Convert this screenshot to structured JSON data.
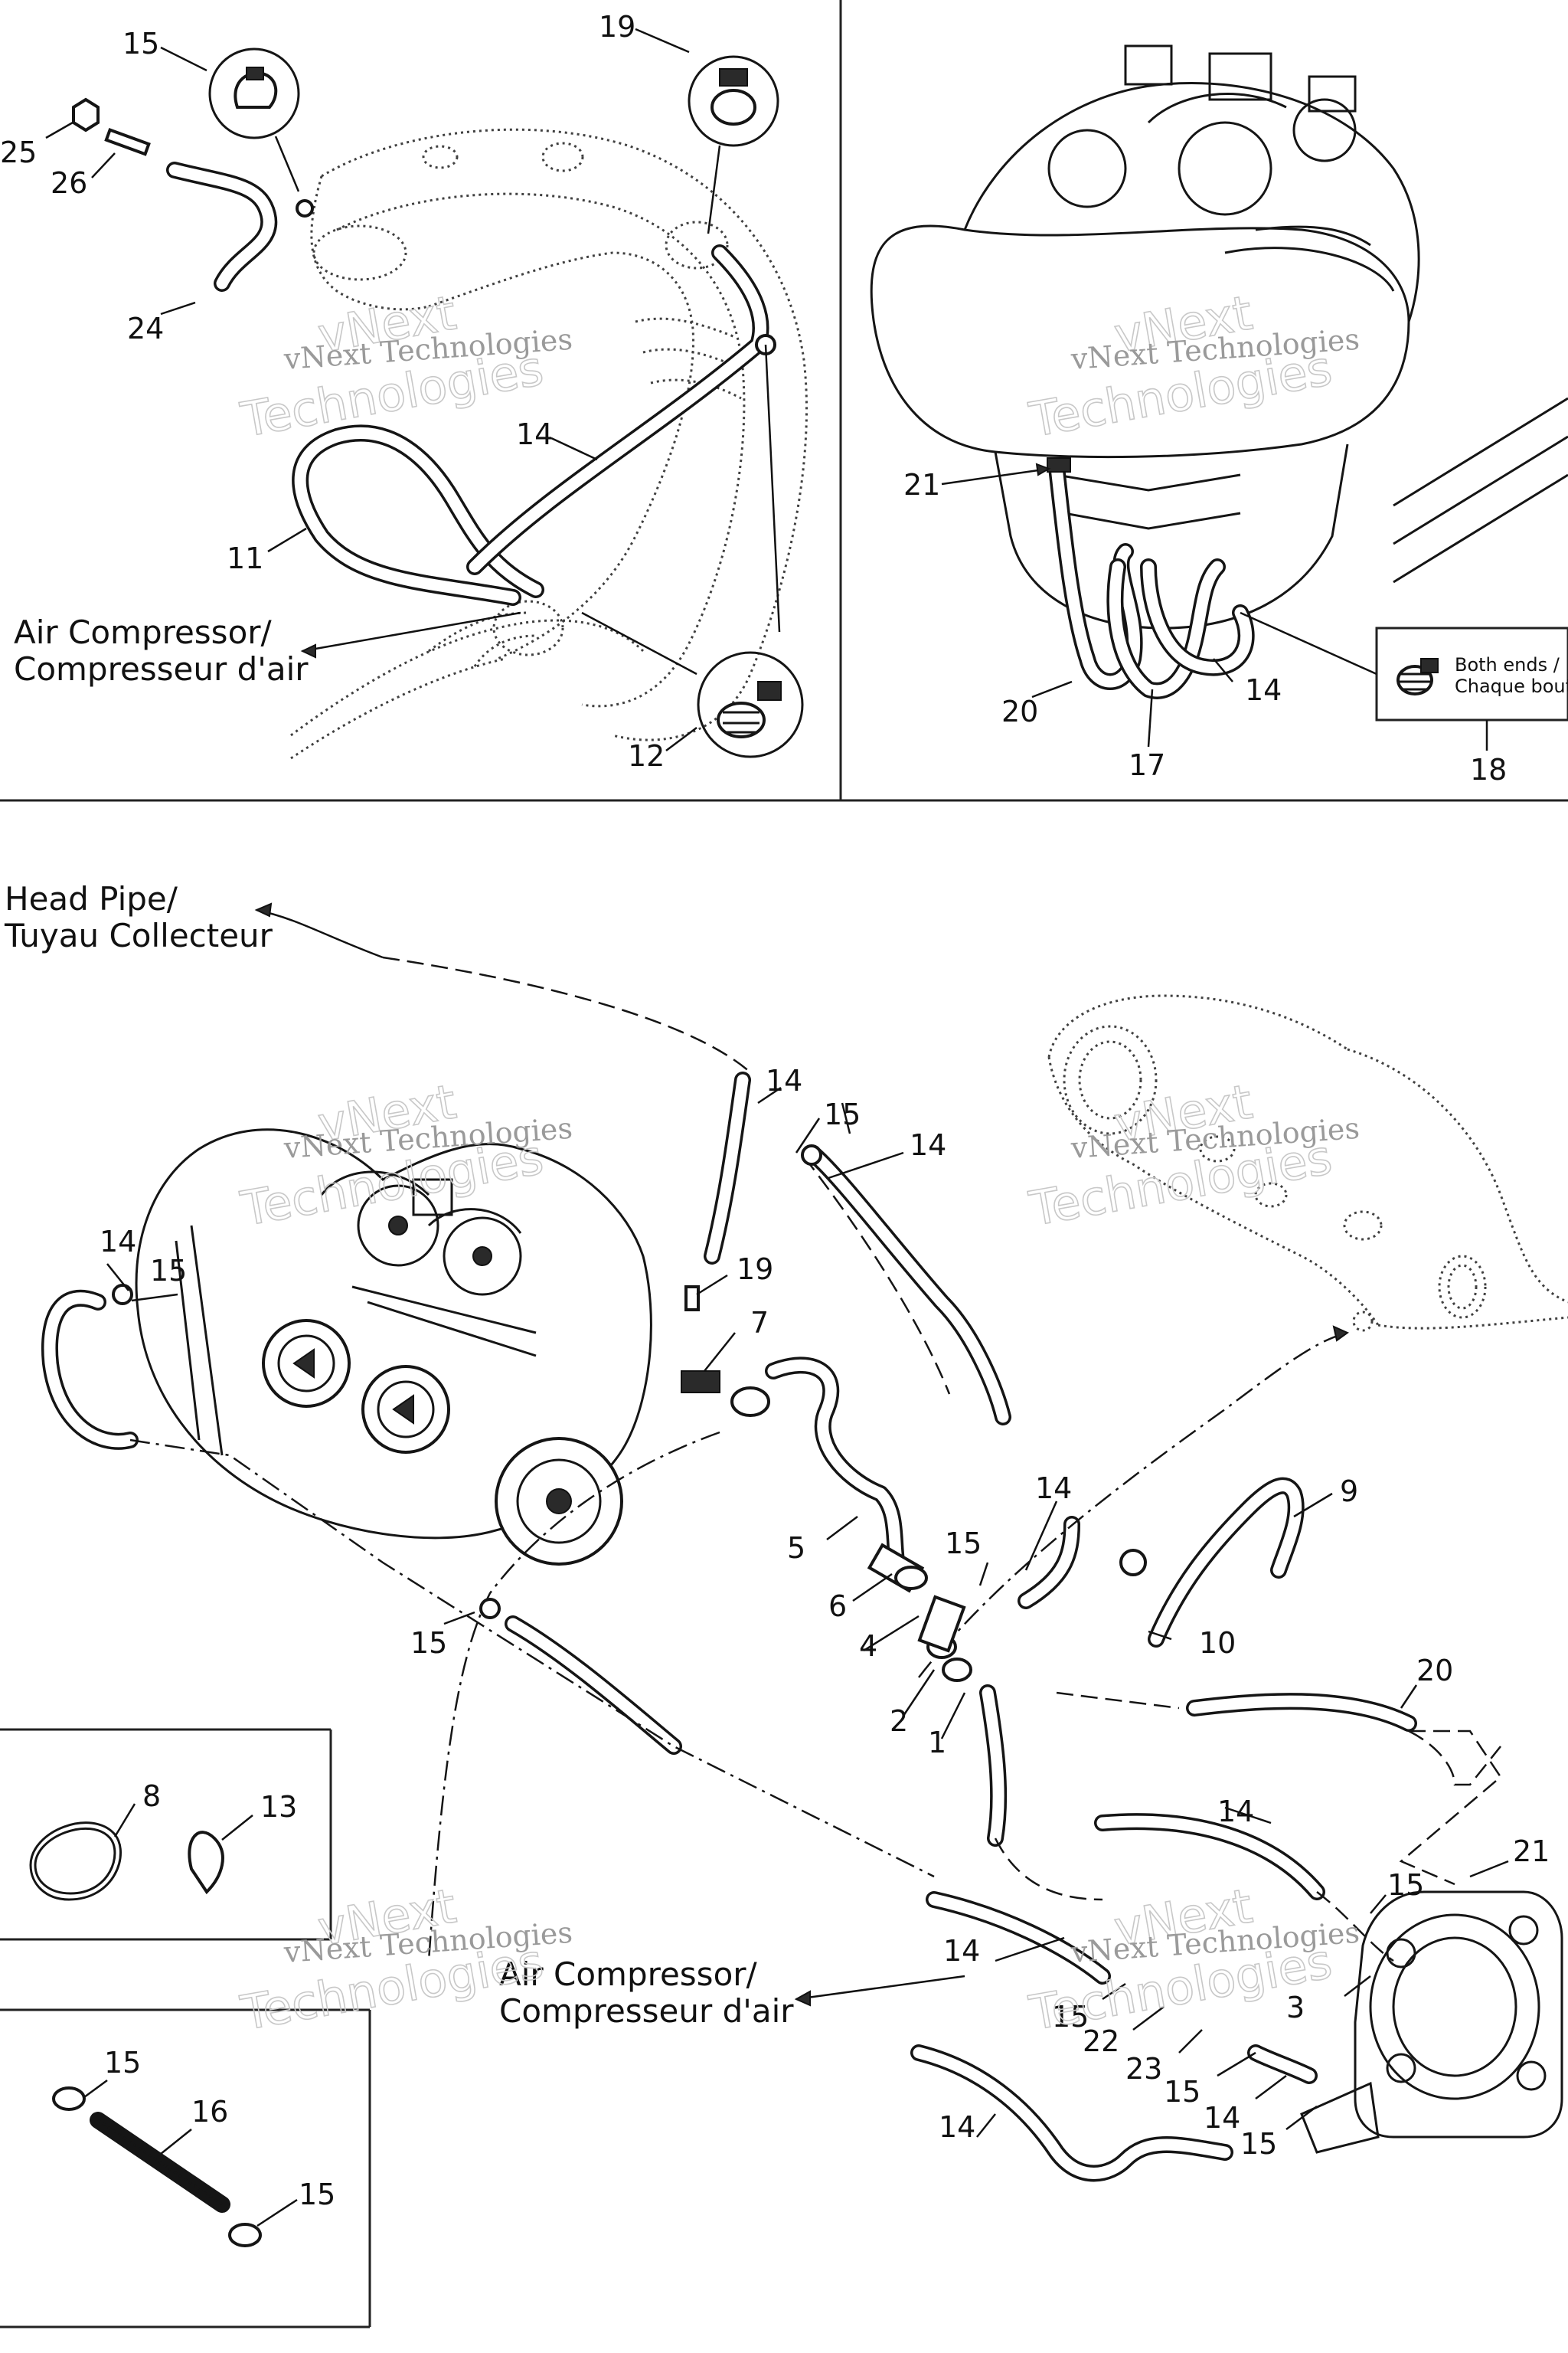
{
  "watermark": {
    "line1": "vNext Technologies",
    "line2": "vNext",
    "line3": "Technologies"
  },
  "notes": {
    "air_compressor_top_l1": "Air Compressor/",
    "air_compressor_top_l2": "Compresseur d'air",
    "head_pipe_l1": "Head Pipe/",
    "head_pipe_l2": "Tuyau Collecteur",
    "air_compressor_bottom_l1": "Air Compressor/",
    "air_compressor_bottom_l2": "Compresseur d'air",
    "both_ends_l1": "Both ends /",
    "both_ends_l2": "Chaque bout"
  },
  "callouts": {
    "p15_a": "15",
    "p19_a": "19",
    "p25": "25",
    "p26": "26",
    "p24": "24",
    "p14_a": "14",
    "p11": "11",
    "p12": "12",
    "p21_a": "21",
    "p20_a": "20",
    "p17": "17",
    "p14_b": "14",
    "p18": "18",
    "p14_c": "14",
    "p15_b": "15",
    "p14_d": "14",
    "p14_e": "14",
    "p15_c": "15",
    "p19_b": "19",
    "p7": "7",
    "p9": "9",
    "p14_f": "14",
    "p15_d": "15",
    "p5": "5",
    "p6": "6",
    "p4": "4",
    "p10": "10",
    "p2": "2",
    "p1": "1",
    "p15_e": "15",
    "p20_b": "20",
    "p14_g": "14",
    "p21_b": "21",
    "p15_f": "15",
    "p8": "8",
    "p13": "13",
    "p14_h": "14",
    "p3": "3",
    "p15_g": "15",
    "p22": "22",
    "p23": "23",
    "p15_h": "15",
    "p14_i": "14",
    "p15_i": "15",
    "p14_j": "14",
    "p15_j": "15",
    "p16": "16",
    "p15_k": "15"
  }
}
